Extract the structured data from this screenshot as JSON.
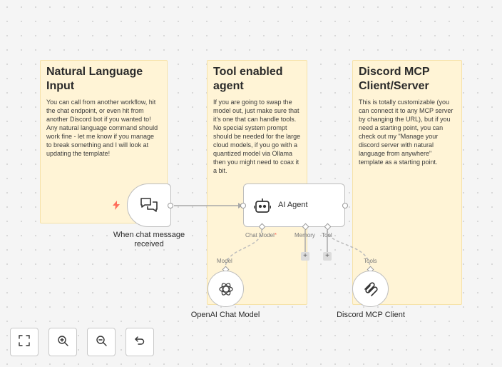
{
  "notes": [
    {
      "title": "Natural Language Input",
      "body": "You can call from another workflow, hit the chat endpoint, or even hit from another Discord bot if you wanted to! Any natural language command should work fine - let me know if you manage to break something and I will look at updating the template!"
    },
    {
      "title": "Tool enabled agent",
      "body": "If you are going to swap the model out, just make sure that it's one that can handle tools. No special system prompt should be needed for the large cloud models, if you go with a quantized model via Ollama then you might need to coax it a bit."
    },
    {
      "title": "Discord MCP Client/Server",
      "body": "This is totally customizable (you can connect it to any MCP server by changing the URL), but if you need a starting point, you can check out my \"Manage your discord server with natural language from anywhere\" template as a starting point."
    }
  ],
  "nodes": {
    "trigger": {
      "label": "When chat message received",
      "icon": "chat-bubbles-icon"
    },
    "agent": {
      "label": "AI Agent",
      "icon": "robot-icon",
      "ports": {
        "chat_model": "Chat Model",
        "required_mark": "*",
        "memory": "Memory",
        "tool": "Tool"
      }
    },
    "openai": {
      "label": "OpenAI Chat Model",
      "port": "Model",
      "icon": "openai-logo-icon"
    },
    "mcp": {
      "label": "Discord MCP Client",
      "port": "Tools",
      "icon": "mcp-logo-icon"
    }
  },
  "controls": [
    {
      "name": "fit-view",
      "icon": "fit-view-icon"
    },
    {
      "name": "zoom-in",
      "icon": "zoom-in-icon"
    },
    {
      "name": "zoom-out",
      "icon": "zoom-out-icon"
    },
    {
      "name": "reset",
      "icon": "undo-icon"
    }
  ],
  "colors": {
    "sticky_bg": "#fff4d6",
    "trigger_bolt": "#ff6d5a",
    "canvas_bg": "#f5f5f5"
  }
}
